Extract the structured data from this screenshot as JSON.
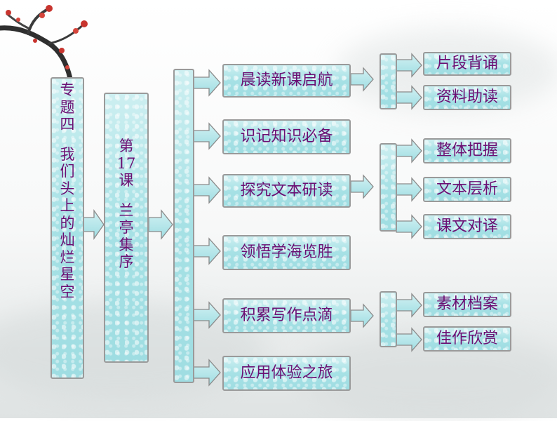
{
  "topic": {
    "chars": [
      "专",
      "题",
      "四",
      "",
      "我",
      "们",
      "头",
      "上",
      "的",
      "灿",
      "烂",
      "星",
      "空"
    ]
  },
  "lesson": {
    "chars": [
      "第",
      "17",
      "课",
      "",
      "兰",
      "亭",
      "集",
      "序"
    ]
  },
  "sections": [
    {
      "label": "晨读新课启航",
      "subs": [
        "片段背诵",
        "资料助读"
      ]
    },
    {
      "label": "识记知识必备",
      "subs": []
    },
    {
      "label": "探究文本研读",
      "subs": [
        "整体把握",
        "文本层析",
        "课文对译"
      ]
    },
    {
      "label": "领悟学海览胜",
      "subs": []
    },
    {
      "label": "积累写作点滴",
      "subs": [
        "素材档案",
        "佳作欣赏"
      ]
    },
    {
      "label": "应用体验之旅",
      "subs": []
    }
  ],
  "colors": {
    "box_fill": "#a6e1e5",
    "text": "#6b0f73",
    "border": "#9a9a9a"
  }
}
